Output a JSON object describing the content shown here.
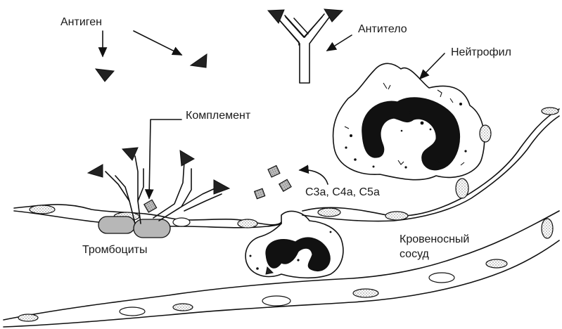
{
  "labels": {
    "antigen": "Антиген",
    "antibody": "Антитело",
    "neutrophil": "Нейтрофил",
    "complement": "Комплемент",
    "fragments": "C3a, C4a, C5a",
    "platelets": "Тромбоциты",
    "vessel_line1": "Кровеносный",
    "vessel_line2": "сосуд"
  },
  "colors": {
    "ink": "#111111",
    "platelet_fill": "#b7b7b7",
    "fragment_fill": "#9a9a9a",
    "nucleus_dots": "#d0d0d0"
  }
}
